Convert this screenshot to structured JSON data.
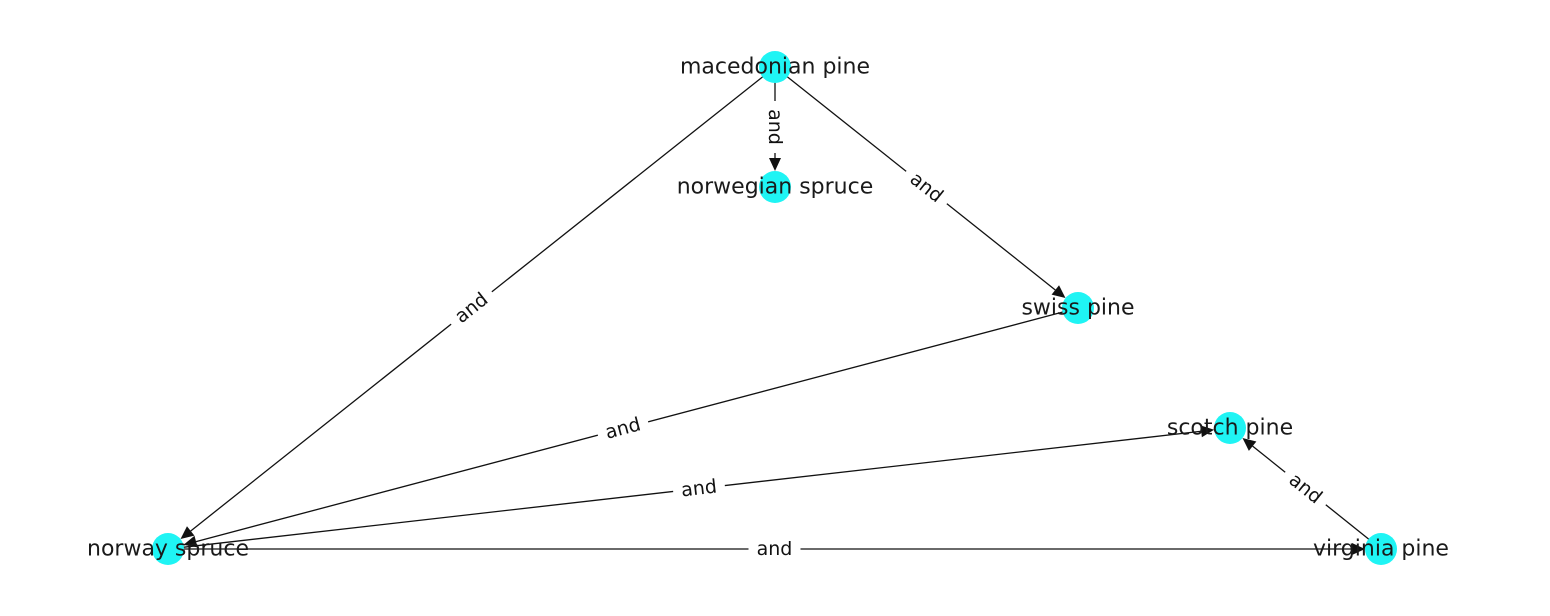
{
  "graph": {
    "node_color": "#1ff4f4",
    "edge_color": "#111111",
    "nodes": [
      {
        "id": "macedonian_pine",
        "label": "macedonian pine"
      },
      {
        "id": "norwegian_spruce",
        "label": "norwegian spruce"
      },
      {
        "id": "swiss_pine",
        "label": "swiss pine"
      },
      {
        "id": "scotch_pine",
        "label": "scotch pine"
      },
      {
        "id": "norway_spruce",
        "label": "norway spruce"
      },
      {
        "id": "virginia_pine",
        "label": "virginia pine"
      }
    ],
    "edges": [
      {
        "source": "macedonian_pine",
        "target": "norwegian_spruce",
        "label": "and"
      },
      {
        "source": "macedonian_pine",
        "target": "swiss_pine",
        "label": "and"
      },
      {
        "source": "macedonian_pine",
        "target": "norway_spruce",
        "label": "and"
      },
      {
        "source": "swiss_pine",
        "target": "norway_spruce",
        "label": "and"
      },
      {
        "source": "norway_spruce",
        "target": "scotch_pine",
        "label": "and"
      },
      {
        "source": "norway_spruce",
        "target": "virginia_pine",
        "label": "and"
      },
      {
        "source": "virginia_pine",
        "target": "scotch_pine",
        "label": "and"
      }
    ]
  }
}
